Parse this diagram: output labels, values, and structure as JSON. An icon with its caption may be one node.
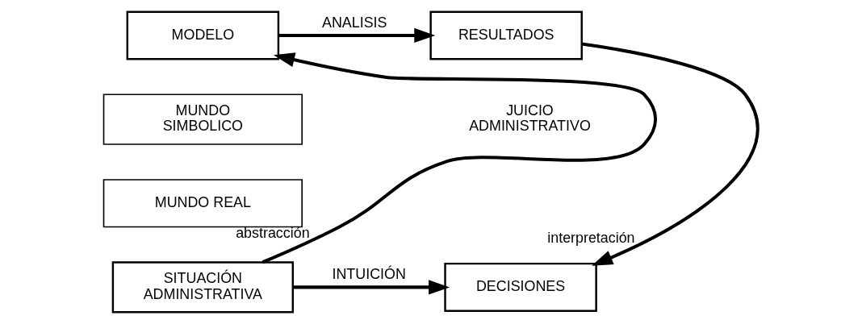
{
  "diagram": {
    "nodes": [
      {
        "text": [
          "MODELO"
        ]
      },
      {
        "text": [
          "RESULTADOS"
        ]
      },
      {
        "text": [
          "MUNDO SIMBOLICO"
        ]
      },
      {
        "text": [
          "MUNDO REAL"
        ]
      },
      {
        "text": [
          "SITUACIÓN ADMINISTRATIVA"
        ]
      },
      {
        "text": [
          "DECISIONES"
        ]
      }
    ],
    "edges": [
      {
        "from": 0,
        "to": 1,
        "arrow": "to",
        "label": "ANALISIS"
      },
      {
        "from": 1,
        "to": 5,
        "arrow": "to",
        "label": "interpretación"
      },
      {
        "from": 4,
        "to": 0,
        "arrow": "to",
        "label": "abstracción"
      },
      {
        "from": 4,
        "to": 5,
        "arrow": "to",
        "label": "INTUICIÓN"
      }
    ],
    "labels": [
      "JUICIO ADMINISTRATIVO"
    ]
  }
}
